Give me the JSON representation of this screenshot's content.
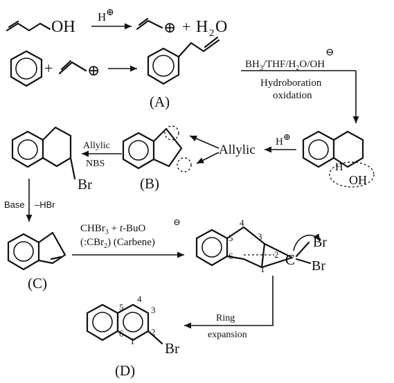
{
  "reaction1": {
    "reactant_group": "OH",
    "reagent": "H",
    "reagent_charge": "⊕",
    "product_charge": "⊕",
    "plus": "+",
    "water": "H",
    "water_sub": "2",
    "water_o": "O"
  },
  "reaction2": {
    "plus": "+",
    "cation": "⊕",
    "product_label": "(A)",
    "reagent_top": "BH",
    "reagent_top_sub": "3",
    "reagent_top_rest": "/THF/H",
    "reagent_top_sub2": "2",
    "reagent_top_rest2": "O/OH",
    "reagent_top_charge": "⊖",
    "reagent_line2": "Hydroboration",
    "reagent_line3": "oxidation"
  },
  "reaction3": {
    "allylic_label": "Allylic",
    "reagent": "H",
    "reagent_charge": "⊕",
    "alcohol_h": "H",
    "alcohol_oh": "OH",
    "intermediate_label": "(B)",
    "bromination_top": "Allylic",
    "bromination_bottom": "NBS",
    "bromide": "Br"
  },
  "reaction4": {
    "base": "Base",
    "minus": "–HBr",
    "product_label": "(C)"
  },
  "reaction5": {
    "reagent_line1": "CHBr",
    "reagent_line1_sub": "3",
    "reagent_line1_rest": " + ",
    "reagent_line1_t": "t",
    "reagent_line1_rest2": "-BuO",
    "reagent_line1_charge": "⊖",
    "reagent_line2": "(:CBr",
    "reagent_line2_sub": "2",
    "reagent_line2_rest": ") (Carbene)",
    "carbon": "C",
    "br_top": "Br",
    "br_bottom": "Br",
    "n1": "1",
    "n2": "2",
    "n3": "3",
    "n4": "4",
    "n5": "5",
    "n6": "6"
  },
  "reaction6": {
    "ring_expansion_1": "Ring",
    "ring_expansion_2": "expansion",
    "bromide": "Br",
    "product_label": "(D)",
    "n1": "1",
    "n2": "2",
    "n3": "3",
    "n4": "4",
    "n5": "5",
    "n6": "6"
  }
}
